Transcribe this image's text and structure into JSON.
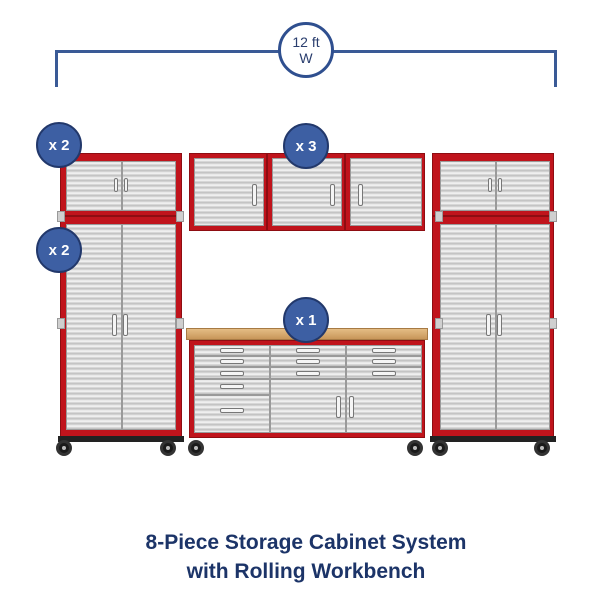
{
  "dimension": {
    "value": "12 ft",
    "label": "W",
    "line_color": "#3a5a96"
  },
  "badges": [
    {
      "id": "top-left-upper",
      "text": "x 2"
    },
    {
      "id": "top-left-lower",
      "text": "x 2"
    },
    {
      "id": "wall-cabinets",
      "text": "x 3"
    },
    {
      "id": "workbench",
      "text": "x 1"
    }
  ],
  "product": {
    "components": [
      {
        "name": "Upper cabinet (stacked)",
        "quantity": 2
      },
      {
        "name": "Tall locker cabinet",
        "quantity": 2
      },
      {
        "name": "Wall cabinet",
        "quantity": 3
      },
      {
        "name": "Rolling workbench",
        "quantity": 1
      }
    ],
    "colors": {
      "frame": "#c0141c",
      "steel": "#d9d9d9",
      "wood_top": "#d8aa6e",
      "badge": "#3d5fa3"
    }
  },
  "caption": {
    "line1": "8-Piece Storage Cabinet System",
    "line2": "with Rolling Workbench",
    "color": "#1c3468"
  }
}
